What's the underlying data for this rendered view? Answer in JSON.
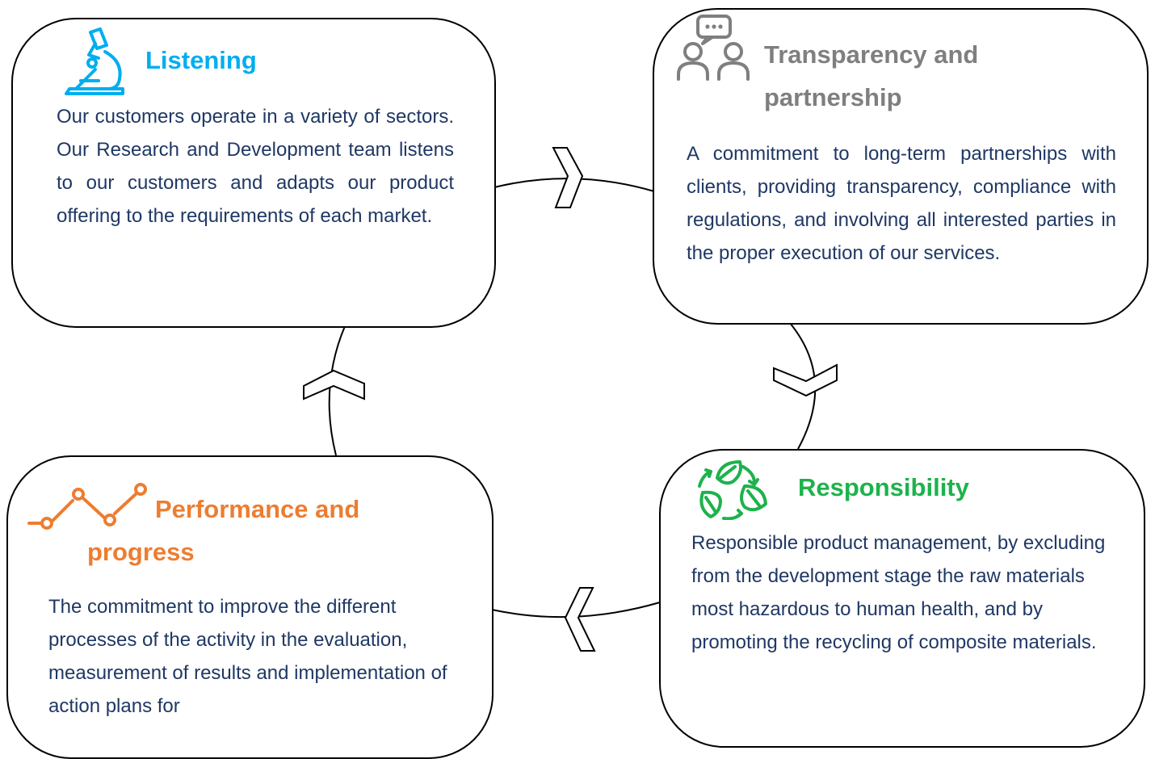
{
  "colors": {
    "listening": "#00aeef",
    "transparency": "#7f7f7f",
    "responsibility": "#1db24c",
    "performance": "#ed7d31",
    "body_text": "#1f3864",
    "outline": "#000000"
  },
  "cards": {
    "listening": {
      "title": "Listening",
      "icon": "microscope-icon",
      "body": "Our customers operate in a variety of sectors. Our Research and Development team listens to our customers and adapts our product offering to the requirements of each market."
    },
    "transparency": {
      "title_line1": "Transparency and",
      "title_line2": "partnership",
      "icon": "people-chat-icon",
      "body": "A commitment to long-term partnerships with clients, providing transparency, compliance with regulations, and involving all interested parties in the proper execution of our services."
    },
    "responsibility": {
      "title": "Responsibility",
      "icon": "recycle-leaves-icon",
      "body": "Responsible product management, by excluding from the development stage the raw materials most hazardous to human health, and by promoting the recycling of composite materials."
    },
    "performance": {
      "title_line1": "Performance and",
      "title_line2": "progress",
      "icon": "line-chart-icon",
      "body": "The commitment to improve the different processes of the activity in the evaluation, measurement of results and implementation of action plans for"
    }
  }
}
